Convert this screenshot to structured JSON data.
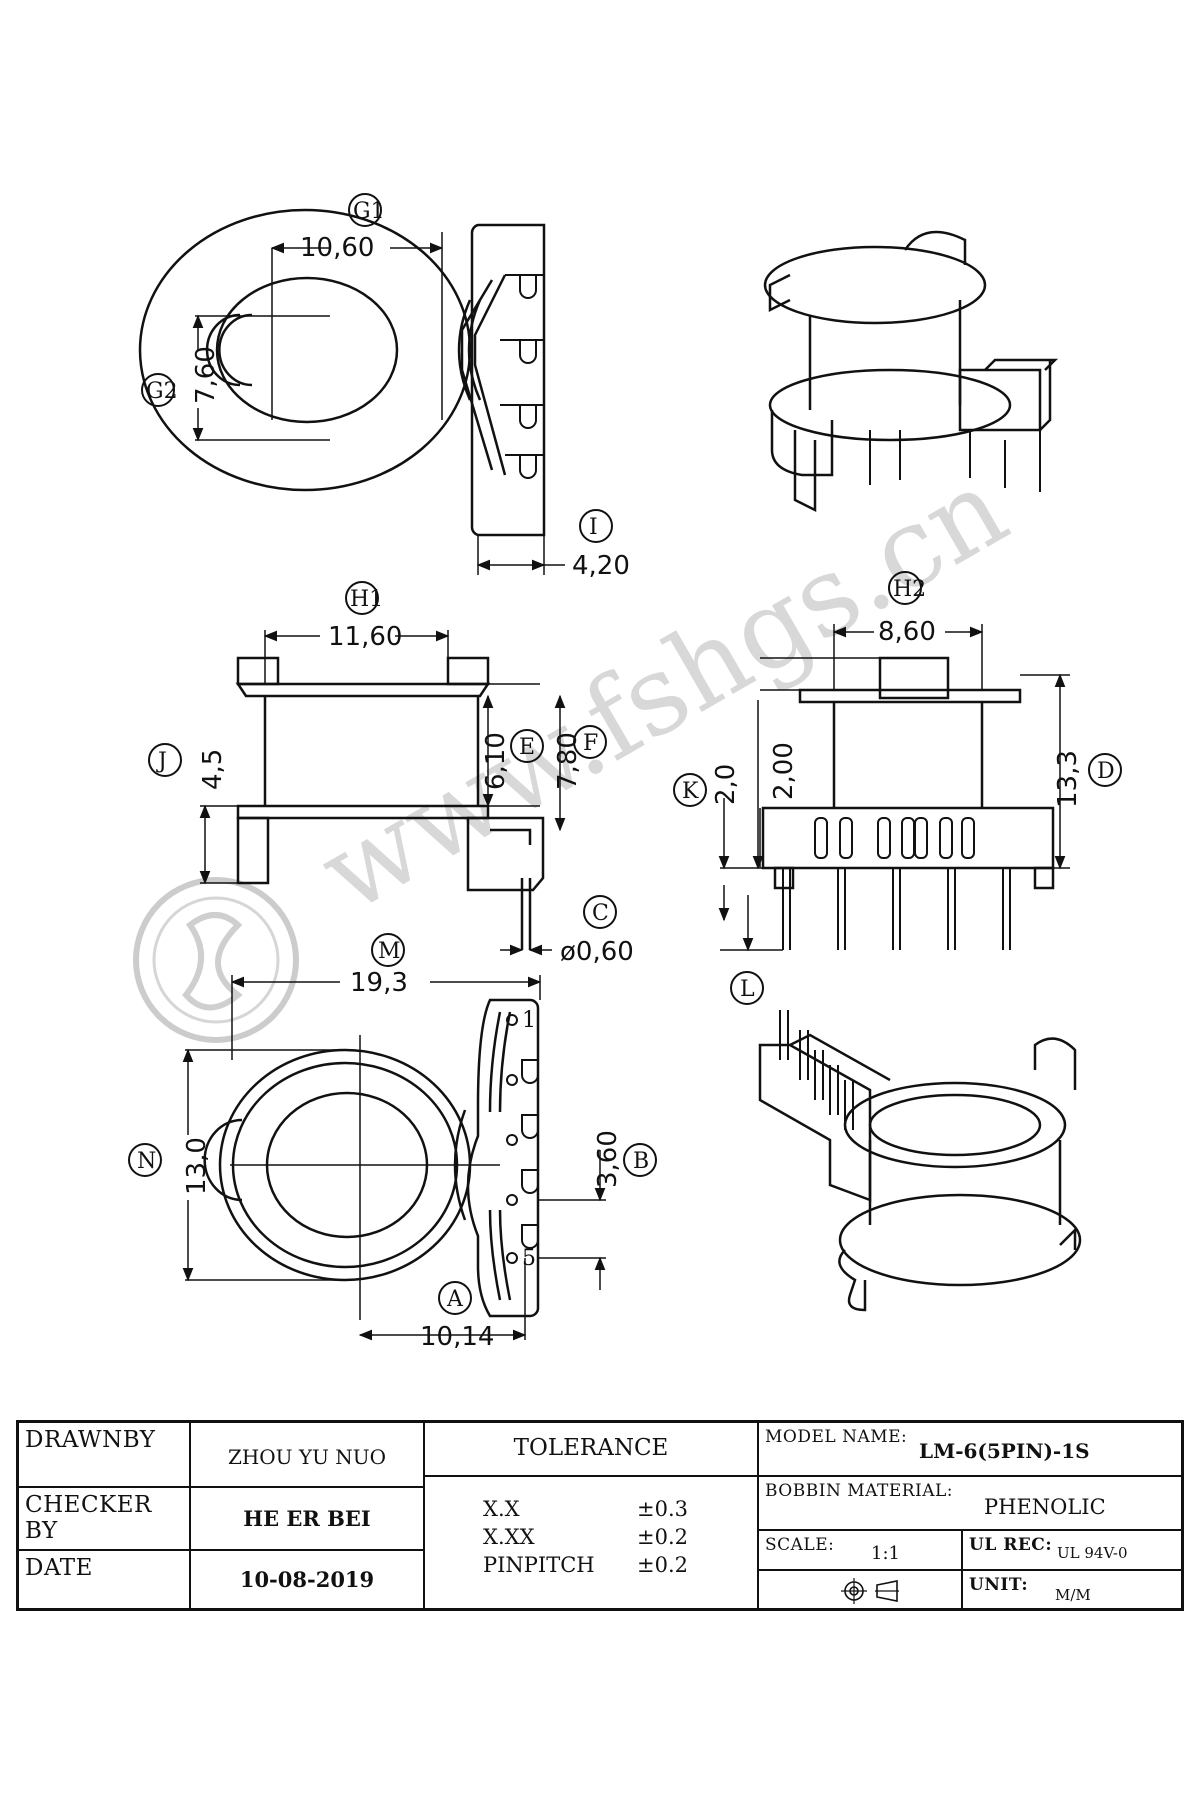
{
  "dimensions": {
    "G1": {
      "tag": "G1",
      "value": "10,60"
    },
    "G2": {
      "tag": "G2",
      "value": "7,60"
    },
    "I": {
      "tag": "I",
      "value": "4,20"
    },
    "H1": {
      "tag": "H1",
      "value": "11,60"
    },
    "H2": {
      "tag": "H2",
      "value": "8,60"
    },
    "J": {
      "tag": "J",
      "value": "4,5"
    },
    "E": {
      "tag": "E",
      "value": "6,10"
    },
    "F": {
      "tag": "F",
      "value": "7,80"
    },
    "K": {
      "tag": "K",
      "value": "2,0"
    },
    "K2": {
      "value": "2,00"
    },
    "D": {
      "tag": "D",
      "value": "13,3"
    },
    "C": {
      "tag": "C",
      "value": "ø0,60"
    },
    "L": {
      "tag": "L"
    },
    "M": {
      "tag": "M",
      "value": "19,3"
    },
    "N": {
      "tag": "N",
      "value": "13,0"
    },
    "B": {
      "tag": "B",
      "value": "3,60"
    },
    "A": {
      "tag": "A",
      "value": "10,14"
    }
  },
  "pin_labels": {
    "first": "1",
    "last": "5"
  },
  "watermark": "www.fshgs.cn",
  "title_block": {
    "drawn_by_label": "DRAWNBY",
    "drawn_by": "ZHOU YU NUO",
    "checker_label": "CHECKER BY",
    "checker": "HE ER BEI",
    "date_label": "DATE",
    "date": "10-08-2019",
    "tolerance_label": "TOLERANCE",
    "tolerances": [
      {
        "name": "X.X",
        "value": "±0.3"
      },
      {
        "name": "X.XX",
        "value": "±0.2"
      },
      {
        "name": "PINPITCH",
        "value": "±0.2"
      }
    ],
    "model_label": "MODEL NAME:",
    "model": "LM-6(5PIN)-1S",
    "material_label": "BOBBIN MATERIAL:",
    "material": "PHENOLIC",
    "scale_label": "SCALE:",
    "scale": "1:1",
    "ul_label": "UL REC:",
    "ul": "UL 94V-0",
    "unit_label": "UNIT:",
    "unit": "M/M"
  }
}
